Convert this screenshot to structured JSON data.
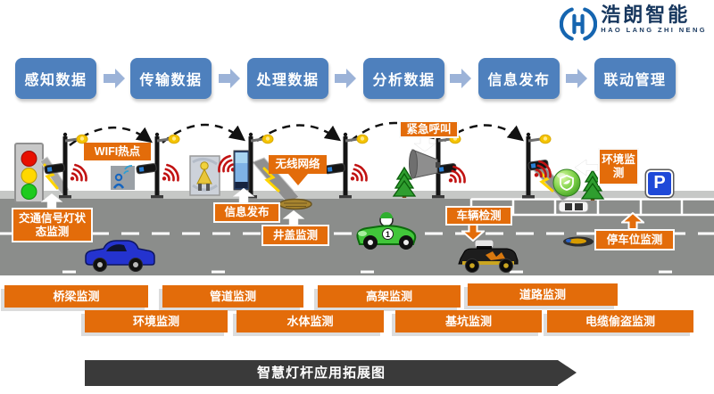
{
  "logo": {
    "name_cn": "浩朗智能",
    "name_en": "HAO LANG ZHI NENG"
  },
  "flow": {
    "steps": [
      "感知数据",
      "传输数据",
      "处理数据",
      "分析数据",
      "信息发布",
      "联动管理"
    ]
  },
  "scene": {
    "labels": {
      "wifi_hotspot": "WIFI热点",
      "wireless_network": "无线网络",
      "emergency_call": "紧急呼叫",
      "environment": "环境监测",
      "traffic_light_l1": "交通信号灯状",
      "traffic_light_l2": "态监测",
      "info_publish": "信息发布",
      "manhole": "井盖监测",
      "vehicle_detect": "车辆检测",
      "parking": "停车位监测",
      "parking_sign": "P",
      "race_car_number": "1"
    },
    "icon_names": [
      "street-lamp-pole",
      "cctv-camera",
      "wifi-signal",
      "traffic-light",
      "emergency-speaker",
      "info-display-screen",
      "manhole-cover",
      "pine-tree",
      "environment-sensor-orb",
      "parking-sign",
      "wifi-user-board",
      "pedestrian-board",
      "dashed-wireless-link",
      "blue-classic-car",
      "green-race-car",
      "hot-rod-car",
      "parked-car",
      "road",
      "parking-bays"
    ]
  },
  "grid": {
    "row1": [
      "桥梁监测",
      "管道监测",
      "高架监测",
      "道路监测"
    ],
    "row2": [
      "环境监测",
      "水体监测",
      "基坑监测",
      "电缆偷盗监测"
    ]
  },
  "banner": {
    "title": "智慧灯杆应用拓展图"
  },
  "colors": {
    "accent_orange": "#e36c0a",
    "flow_blue": "#4e80bd",
    "flow_arrow_blue": "#9cb3d8",
    "banner_dark": "#3a3a3a",
    "road_gray": "#8b8d8b",
    "curb_gray": "#c6c8c6",
    "wifi_red": "#c11212",
    "lamp_yellow": "#f5c400",
    "brand_blue": "#1565b0",
    "brand_navy": "#17375e",
    "brand_teal": "#2fa89e",
    "tree_green": "#2f9e2f",
    "orb_green": "#58b531"
  }
}
